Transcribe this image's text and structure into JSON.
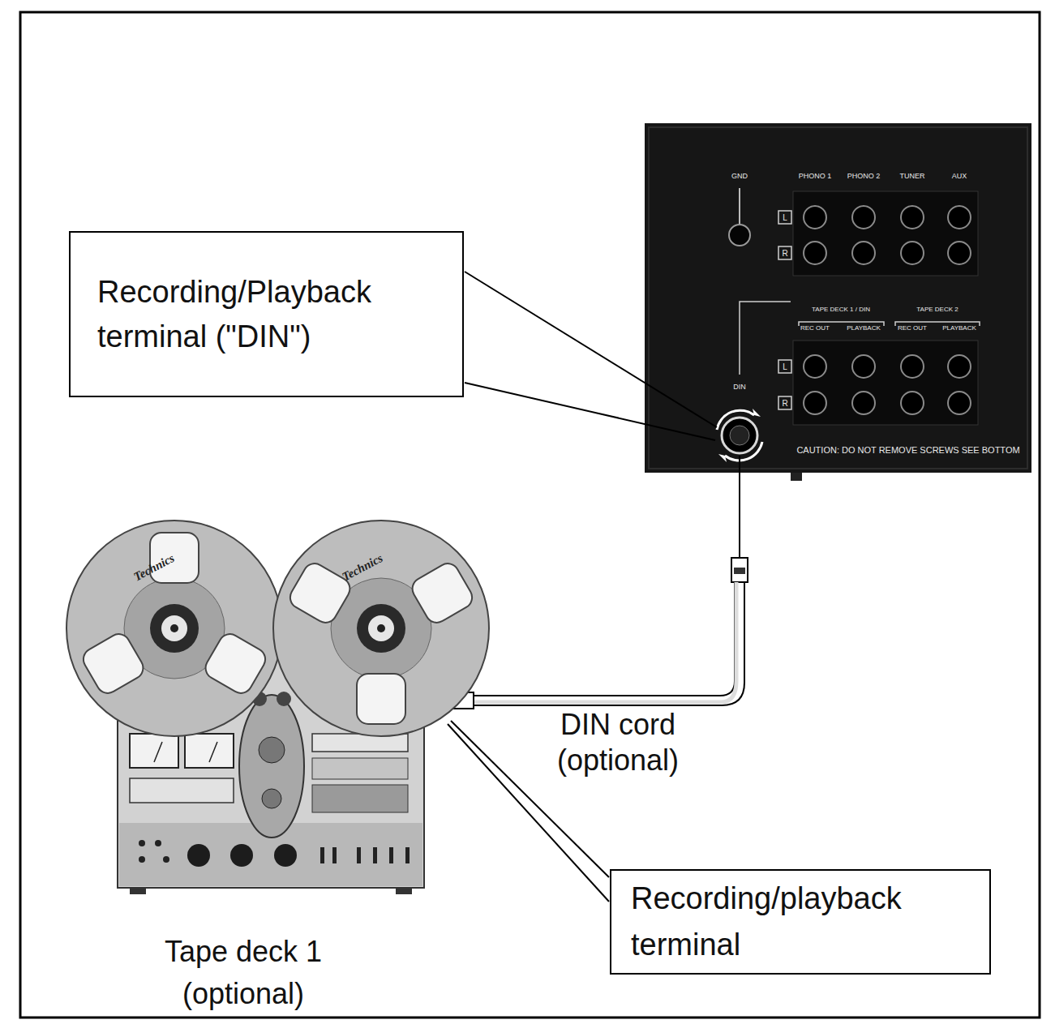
{
  "diagram": {
    "nodes": [
      {
        "text": [
          "Recording/Playback terminal (\"DIN\")"
        ]
      },
      {
        "text": [
          "Recording/playback terminal"
        ]
      }
    ],
    "labels": [
      "DIN cord (optional)",
      "Tape deck 1 (optional)",
      "Technics",
      "Technics",
      "GND",
      "PHONO 1",
      "PHONO 2",
      "TUNER",
      "AUX",
      "L",
      "R",
      "TAPE DECK 1 / DIN",
      "REC OUT",
      "PLAYBACK",
      "TAPE DECK 2",
      "REC OUT",
      "PLAYBACK",
      "L",
      "R",
      "DIN",
      "CAUTION: DO NOT REMOVE SCREWS SEE BOTTOM"
    ]
  }
}
